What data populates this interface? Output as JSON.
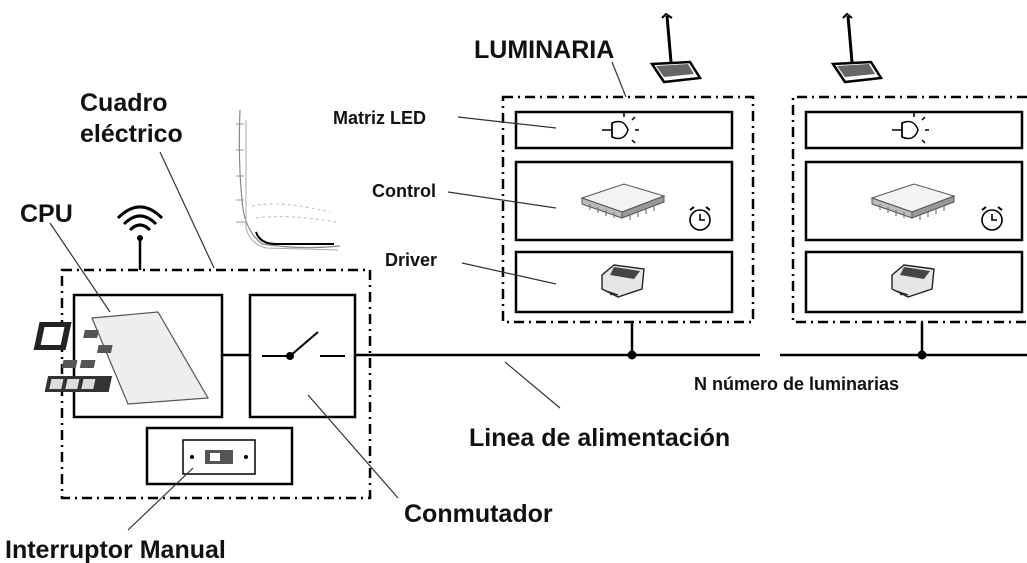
{
  "labels": {
    "luminaria": "LUMINARIA",
    "cuadro_line1": "Cuadro",
    "cuadro_line2": "eléctrico",
    "matriz_led": "Matriz LED",
    "control": "Control",
    "driver": "Driver",
    "cpu": "CPU",
    "n_luminarias": "N número de luminarias",
    "linea": "Linea de alimentación",
    "conmutador": "Conmutador",
    "interruptor": "Interruptor Manual"
  },
  "icons": {
    "lamp_post": "street-lamp-icon",
    "bulb": "light-bulb-icon",
    "chip": "chip-icon",
    "clock": "alarm-clock-icon",
    "driver": "driver-box-icon",
    "wifi": "wifi-icon",
    "cpu_board": "cpu-board-icon",
    "switch": "switch-icon",
    "manual_switch": "toggle-switch-icon"
  }
}
